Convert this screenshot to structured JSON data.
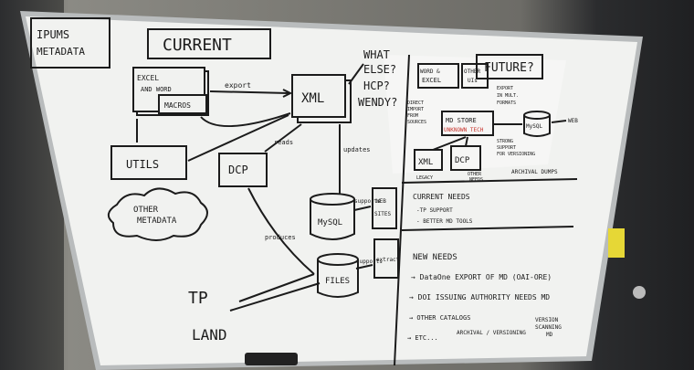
{
  "board": {
    "title_box": [
      "IPUMS",
      "METADATA"
    ],
    "current": "CURRENT",
    "future": "FUTURE?",
    "left": {
      "excel": "EXCEL",
      "and_word": "AND WORD",
      "macros": "MACROS",
      "export": "export",
      "xml": "XML",
      "what_else": [
        "WHAT",
        "ELSE?",
        "HCP?",
        "WENDY?"
      ],
      "utils": "UTILS",
      "reads": "reads",
      "dcp": "DCP",
      "updates": "updates",
      "other_metadata": [
        "OTHER",
        "METADATA"
      ],
      "mysql": "MySQL",
      "supports": "supports",
      "web_sites": [
        "WEB",
        "SITES"
      ],
      "produces": "produces",
      "files": "FILES",
      "supports2": "supports",
      "extract": "extract",
      "tp": "TP",
      "land": "LAND"
    },
    "right": {
      "word_excel": [
        "WORD &",
        "EXCEL"
      ],
      "other_uis": [
        "OTHER",
        "UIs"
      ],
      "direct_import": [
        "DIRECT",
        "IMPORT",
        "FROM",
        "SOURCES"
      ],
      "export_mult": [
        "EXPORT",
        "IN MULT.",
        "FORMATS"
      ],
      "md_store": "MD STORE",
      "unknown_tech": "UNKNOWN TECH",
      "mysql": "MySQL",
      "web": "WEB",
      "xml": "XML",
      "legacy": "LEGACY",
      "dcp": "DCP",
      "strong_support": [
        "STRONG",
        "SUPPORT",
        "FOR VERSIONING"
      ],
      "other_needs": [
        "OTHER",
        "NEEDS"
      ],
      "archival_dumps": "ARCHIVAL DUMPS",
      "current_needs": "CURRENT NEEDS",
      "tp_support": "-TP SUPPORT",
      "better_md_tools": "- BETTER MD TOOLS",
      "new_needs": "NEW NEEDS",
      "need1": "→ DataOne EXPORT OF MD (OAI-ORE)",
      "need2": "→ DOI ISSUING AUTHORITY NEEDS MD",
      "need3": "→ OTHER CATALOGS",
      "need4": "→ ETC...",
      "archival_versioning": [
        "ARCHIVAL / VERSIONING"
      ],
      "versioning_md": [
        "VERSION",
        "SCANNING",
        "MD"
      ]
    }
  }
}
